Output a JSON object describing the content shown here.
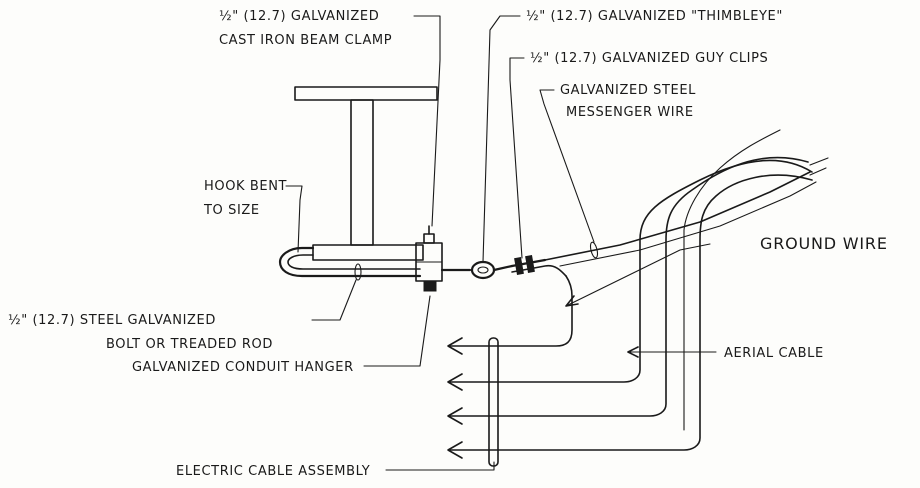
{
  "labels": {
    "beam_clamp_line1": "½\" (12.7) GALVANIZED",
    "beam_clamp_line2": "CAST IRON BEAM CLAMP",
    "thimbleye": "½\" (12.7) GALVANIZED \"THIMBLEYE\"",
    "guy_clips": "½\" (12.7) GALVANIZED GUY CLIPS",
    "messenger_line1": "GALVANIZED STEEL",
    "messenger_line2": "MESSENGER WIRE",
    "hook_line1": "HOOK BENT",
    "hook_line2": "TO SIZE",
    "ground_wire": "GROUND WIRE",
    "bolt_line1": "½\" (12.7) STEEL GALVANIZED",
    "bolt_line2": "BOLT OR TREADED ROD",
    "conduit_hanger": "GALVANIZED CONDUIT HANGER",
    "aerial_cable": "AERIAL CABLE",
    "electric_assembly": "ELECTRIC CABLE ASSEMBLY"
  },
  "colors": {
    "ink": "#1a1a1a",
    "paper": "#fdfdfb"
  }
}
